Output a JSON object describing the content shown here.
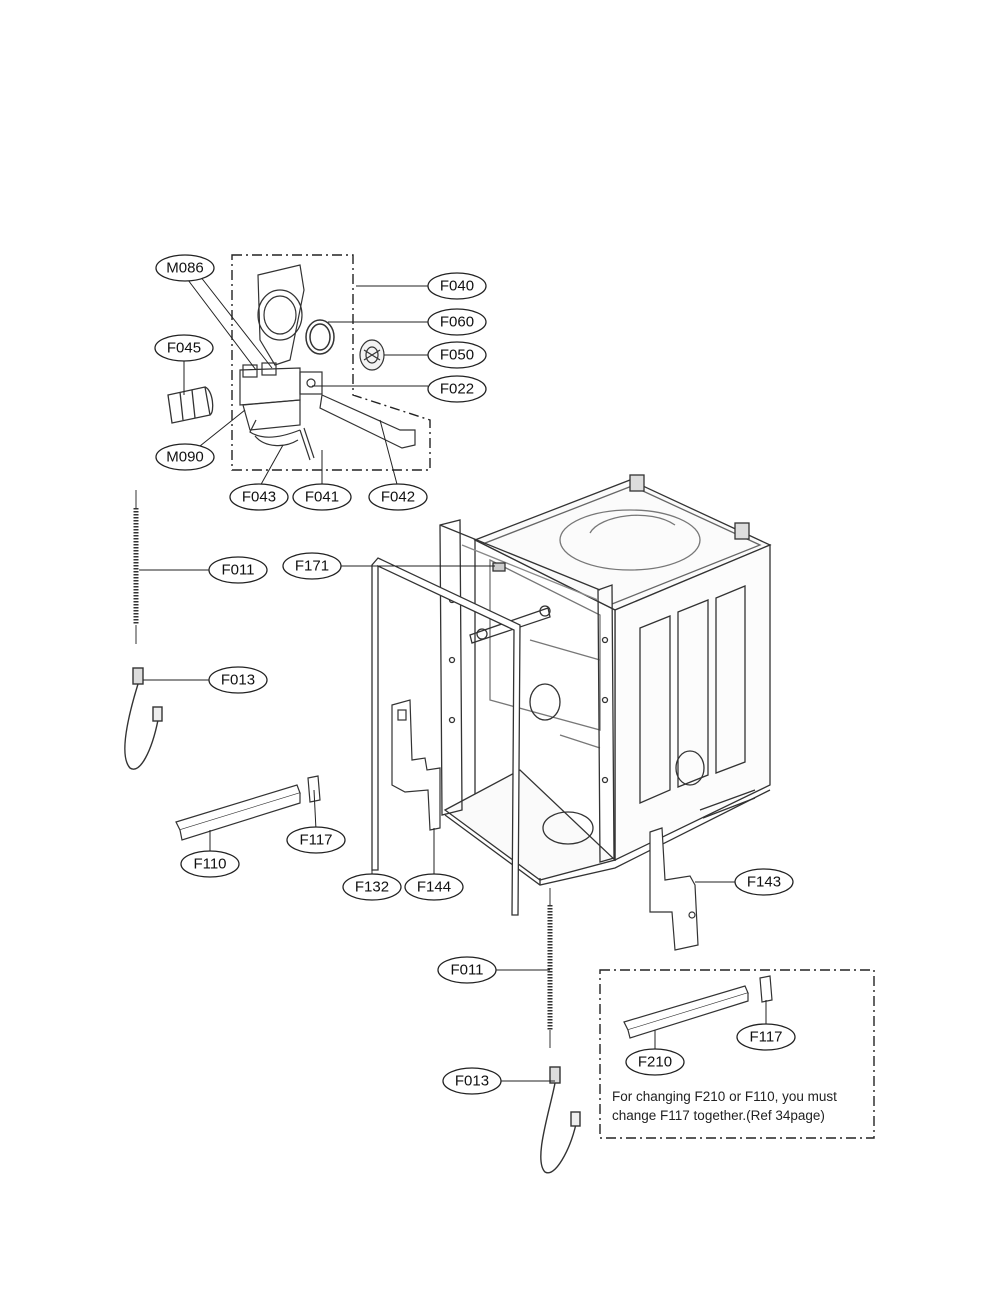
{
  "labels": {
    "m086": "M086",
    "f045": "F045",
    "m090": "M090",
    "f040": "F040",
    "f060": "F060",
    "f050": "F050",
    "f022": "F022",
    "f043": "F043",
    "f041": "F041",
    "f042": "F042",
    "f011_left": "F011",
    "f171": "F171",
    "f013_left": "F013",
    "f117_left": "F117",
    "f110": "F110",
    "f132": "F132",
    "f144": "F144",
    "f143": "F143",
    "f011_bottom": "F011",
    "f013_bottom": "F013",
    "f210": "F210",
    "f117_box": "F117"
  },
  "note": {
    "line1": "For changing F210 or F110, you must",
    "line2": "change F117 together.(Ref 34page)"
  }
}
